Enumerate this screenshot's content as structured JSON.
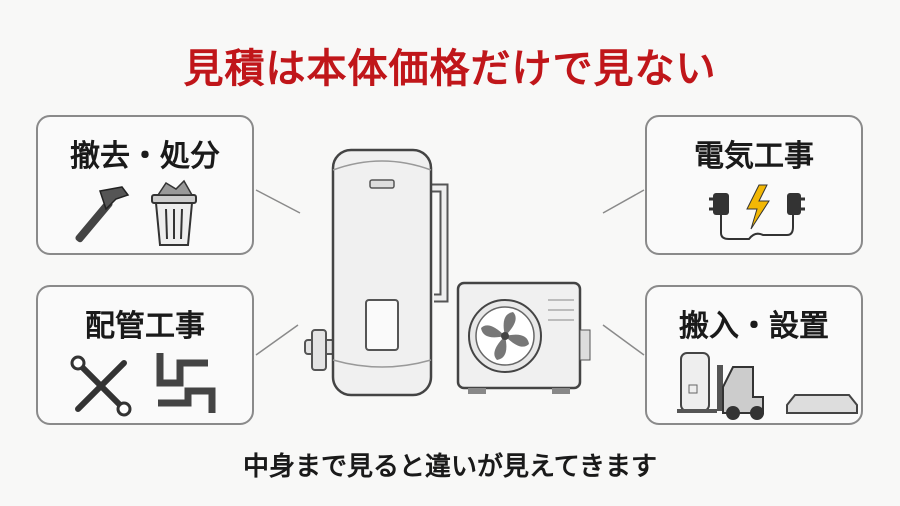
{
  "title": "見積は本体価格だけで見ない",
  "boxes": [
    {
      "label": "撤去・処分",
      "icons": [
        "hammer-icon",
        "trash-can-icon"
      ]
    },
    {
      "label": "配管工事",
      "icons": [
        "wrench-screwdriver-icon",
        "pipes-icon"
      ]
    },
    {
      "label": "電気工事",
      "icons": [
        "plug-icon",
        "lightning-icon"
      ]
    },
    {
      "label": "搬入・設置",
      "icons": [
        "forklift-icon",
        "base-pad-icon"
      ]
    }
  ],
  "footer": "中身まで見ると違いが見えてきます",
  "colors": {
    "title": "#c0161a",
    "text": "#1a1a1a",
    "border": "#8a8a8a",
    "lightning": "#f2b705"
  }
}
